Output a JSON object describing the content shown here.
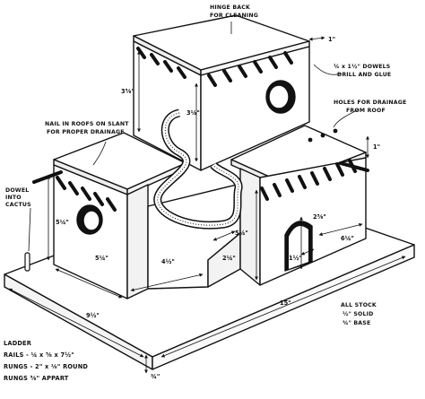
{
  "annotations": {
    "hinge_back_1": "HINGE BACK",
    "hinge_back_2": "FOR CLEANING",
    "dowels_1": "¼ x 1½\" DOWELS",
    "dowels_2": "DRILL AND GLUE",
    "holes_1": "HOLES FOR DRAINAGE",
    "holes_2": "FROM ROOF",
    "nail_1": "NAIL IN ROOFS ON SLANT",
    "nail_2": "FOR PROPER DRAINAGE",
    "dowel_cactus_1": "DOWEL",
    "dowel_cactus_2": "INTO",
    "dowel_cactus_3": "CACTUS",
    "stock_1": "ALL STOCK",
    "stock_2": "½\" SOLID",
    "stock_3": "¾\" BASE"
  },
  "dimensions": {
    "top_width": "1\"",
    "top_height": "3⅝\"",
    "front_upper_height": "3¼\"",
    "right_gap": "1\"",
    "left_box_height": "5¼\"",
    "left_box_width": "5¼\"",
    "left_base_offset": "4½\"",
    "center_depth": "2¼\"",
    "right_box_height": "5¼\"",
    "door_height": "2⅝\"",
    "door_width": "1½\"",
    "right_box_width": "6¼\"",
    "base_length": "9½\"",
    "base_width": "15\"",
    "base_thickness": "¾\""
  },
  "ladder": {
    "title": "LADDER",
    "rails": "RAILS - ¼ x ⅝ x 7½\"",
    "rungs": "RUNGS - 2\" x ⅛\" ROUND",
    "spacing": "RUNGS ⅝\" APPART"
  }
}
